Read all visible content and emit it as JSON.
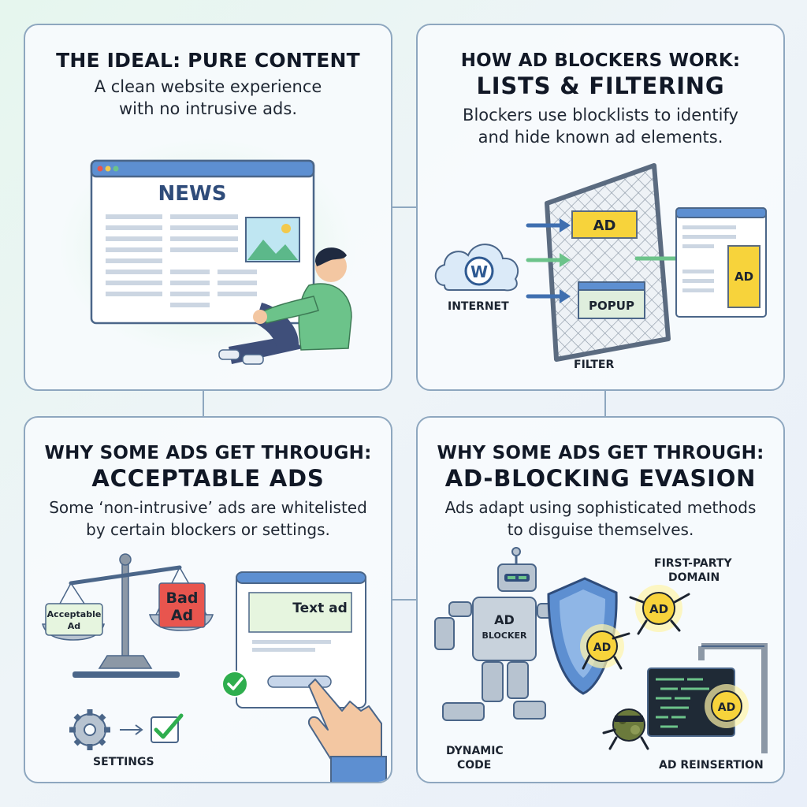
{
  "panels": [
    {
      "title": "THE IDEAL: PURE CONTENT",
      "description_lines": [
        "A clean website experience",
        "with no intrusive ads."
      ],
      "illustration": {
        "browser_heading": "NEWS"
      }
    },
    {
      "title_line1": "HOW AD BLOCKERS WORK:",
      "title_line2": "LISTS & FILTERING",
      "description_lines": [
        "Blockers use blocklists to identify",
        "and hide known ad elements."
      ],
      "illustration": {
        "internet_label": "INTERNET",
        "filter_label": "FILTER",
        "ad_badge": "AD",
        "popup_badge": "POPUP",
        "page_ad_badge": "AD"
      }
    },
    {
      "title_line1": "WHY SOME ADS GET THROUGH:",
      "title_line2": "ACCEPTABLE ADS",
      "description_lines": [
        "Some ‘non-intrusive’ ads are whitelisted",
        "by certain blockers or settings."
      ],
      "illustration": {
        "bad_ad_line1": "Bad",
        "bad_ad_line2": "Ad",
        "acceptable_ad_line1": "Acceptable",
        "acceptable_ad_line2": "Ad",
        "text_ad_label": "Text ad",
        "settings_label": "SETTINGS"
      }
    },
    {
      "title_line1": "WHY SOME ADS GET THROUGH:",
      "title_line2": "AD-BLOCKING EVASION",
      "description_lines": [
        "Ads adapt using sophisticated methods",
        "to disguise themselves."
      ],
      "illustration": {
        "robot_line1": "AD",
        "robot_line2": "BLOCKER",
        "first_party_line1": "FIRST-PARTY",
        "first_party_line2": "DOMAIN",
        "dynamic_code_line1": "DYNAMIC",
        "dynamic_code_line2": "CODE",
        "reinsertion_label": "AD REINSERTION",
        "ad_coin_label": "AD"
      }
    }
  ],
  "colors": {
    "panel_border": "#8ea7bf",
    "ad_yellow": "#f7d33b",
    "bad_red": "#e8554e",
    "check_green": "#2fae4e",
    "browser_blue": "#4a7fc1",
    "person_shirt": "#6cc38a",
    "person_pants": "#3f4f7a"
  }
}
